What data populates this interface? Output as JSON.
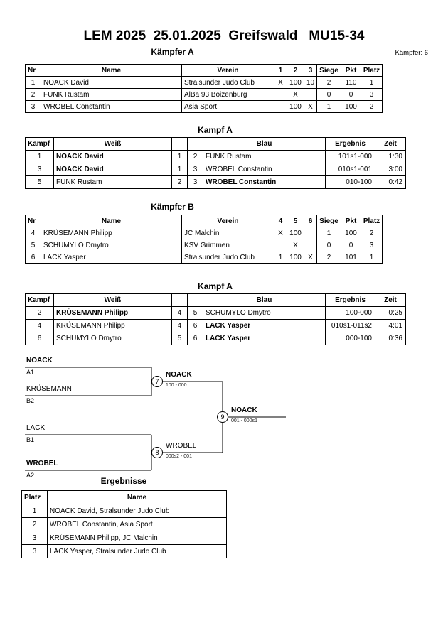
{
  "page": {
    "title": "LEM 2025  25.01.2025  Greifswald   MU15-34",
    "fighter_count": "Kämpfer: 6"
  },
  "pool_a": {
    "title": "Kämpfer A",
    "headers": {
      "nr": "Nr",
      "name": "Name",
      "verein": "Verein",
      "c1": "1",
      "c2": "2",
      "c3": "3",
      "siege": "Siege",
      "pkt": "Pkt",
      "platz": "Platz"
    },
    "rows": [
      {
        "nr": "1",
        "name": "NOACK David",
        "verein": "Stralsunder Judo Club",
        "c1": "X",
        "c2": "100",
        "c3": "10",
        "siege": "2",
        "pkt": "110",
        "platz": "1"
      },
      {
        "nr": "2",
        "name": "FUNK Rustam",
        "verein": "AlBa 93 Boizenburg",
        "c1": "",
        "c2": "X",
        "c3": "",
        "siege": "0",
        "pkt": "0",
        "platz": "3"
      },
      {
        "nr": "3",
        "name": "WROBEL Constantin",
        "verein": "Asia Sport",
        "c1": "",
        "c2": "100",
        "c3": "X",
        "siege": "1",
        "pkt": "100",
        "platz": "2"
      }
    ]
  },
  "fights_a": {
    "title": "Kampf A",
    "headers": {
      "kampf": "Kampf",
      "weiss": "Weiß",
      "blau": "Blau",
      "ergebnis": "Ergebnis",
      "zeit": "Zeit"
    },
    "rows": [
      {
        "kampf": "1",
        "weiss": "NOACK David",
        "w_nr": "1",
        "b_nr": "2",
        "blau": "FUNK Rustam",
        "ergebnis": "101s1-000",
        "zeit": "1:30"
      },
      {
        "kampf": "3",
        "weiss": "NOACK David",
        "w_nr": "1",
        "b_nr": "3",
        "blau": "WROBEL Constantin",
        "ergebnis": "010s1-001",
        "zeit": "3:00"
      },
      {
        "kampf": "5",
        "weiss": "FUNK Rustam",
        "w_nr": "2",
        "b_nr": "3",
        "blau": "WROBEL Constantin",
        "ergebnis": "010-100",
        "zeit": "0:42"
      }
    ]
  },
  "pool_b": {
    "title": "Kämpfer B",
    "headers": {
      "nr": "Nr",
      "name": "Name",
      "verein": "Verein",
      "c1": "4",
      "c2": "5",
      "c3": "6",
      "siege": "Siege",
      "pkt": "Pkt",
      "platz": "Platz"
    },
    "rows": [
      {
        "nr": "4",
        "name": "KRÜSEMANN Philipp",
        "verein": "JC Malchin",
        "c1": "X",
        "c2": "100",
        "c3": "",
        "siege": "1",
        "pkt": "100",
        "platz": "2"
      },
      {
        "nr": "5",
        "name": "SCHUMYLO Dmytro",
        "verein": "KSV Grimmen",
        "c1": "",
        "c2": "X",
        "c3": "",
        "siege": "0",
        "pkt": "0",
        "platz": "3"
      },
      {
        "nr": "6",
        "name": "LACK Yasper",
        "verein": "Stralsunder Judo Club",
        "c1": "1",
        "c2": "100",
        "c3": "X",
        "siege": "2",
        "pkt": "101",
        "platz": "1"
      }
    ]
  },
  "fights_b": {
    "title": "Kampf A",
    "headers": {
      "kampf": "Kampf",
      "weiss": "Weiß",
      "blau": "Blau",
      "ergebnis": "Ergebnis",
      "zeit": "Zeit"
    },
    "rows": [
      {
        "kampf": "2",
        "weiss": "KRÜSEMANN Philipp",
        "w_nr": "4",
        "b_nr": "5",
        "blau": "SCHUMYLO Dmytro",
        "ergebnis": "100-000",
        "zeit": "0:25"
      },
      {
        "kampf": "4",
        "weiss": "KRÜSEMANN Philipp",
        "w_nr": "4",
        "b_nr": "6",
        "blau": "LACK Yasper",
        "ergebnis": "010s1-011s2",
        "zeit": "4:01"
      },
      {
        "kampf": "6",
        "weiss": "SCHUMYLO Dmytro",
        "w_nr": "5",
        "b_nr": "6",
        "blau": "LACK Yasper",
        "ergebnis": "000-100",
        "zeit": "0:36"
      }
    ]
  },
  "bracket": {
    "slots": [
      {
        "name": "NOACK",
        "seed": "A1"
      },
      {
        "name": "KRÜSEMANN",
        "seed": "B2"
      },
      {
        "name": "LACK",
        "seed": "B1"
      },
      {
        "name": "WROBEL",
        "seed": "A2"
      }
    ],
    "matches": [
      {
        "nr": "7",
        "winner": "NOACK",
        "score": "100 - 000"
      },
      {
        "nr": "8",
        "winner": "WROBEL",
        "score": "000s2 - 001"
      },
      {
        "nr": "9",
        "winner": "NOACK",
        "score": "001 - 000s1"
      }
    ]
  },
  "results": {
    "title": "Ergebnisse",
    "headers": {
      "platz": "Platz",
      "name": "Name"
    },
    "rows": [
      {
        "platz": "1",
        "name": "NOACK David, Stralsunder Judo Club"
      },
      {
        "platz": "2",
        "name": "WROBEL Constantin, Asia Sport"
      },
      {
        "platz": "3",
        "name": "KRÜSEMANN Philipp, JC Malchin"
      },
      {
        "platz": "3",
        "name": "LACK Yasper, Stralsunder Judo Club"
      }
    ]
  }
}
